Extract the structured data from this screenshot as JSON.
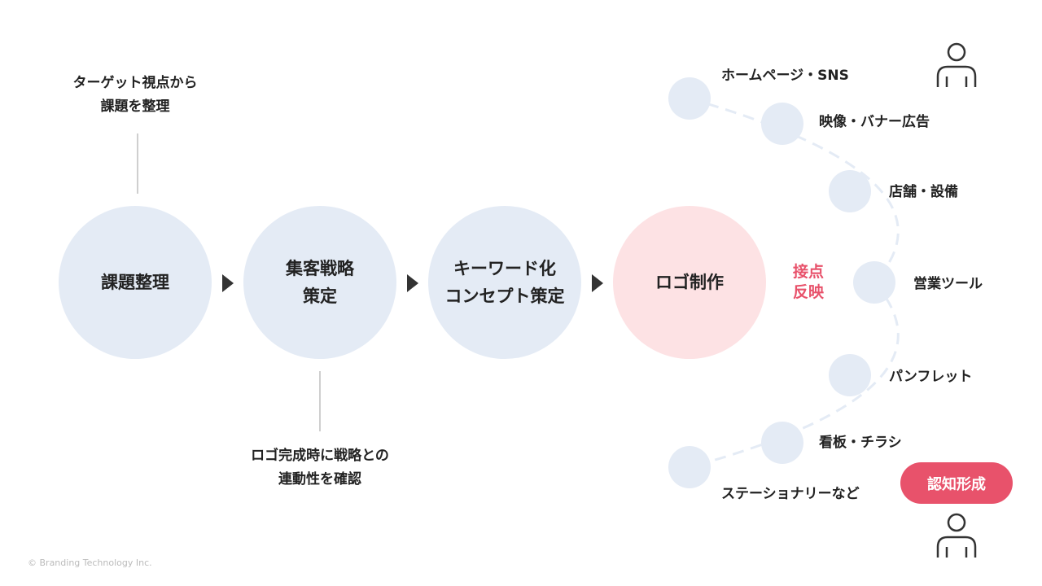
{
  "colors": {
    "circle_fill": "#e4ebf5",
    "logo_fill": "#fde2e4",
    "accent": "#e8526b",
    "dash": "#e4ebf5",
    "arrow": "#333333"
  },
  "steps": [
    {
      "label": "課題整理"
    },
    {
      "label": "集客戦略\n策定"
    },
    {
      "label": "キーワード化\nコンセプト策定"
    },
    {
      "label": "ロゴ制作"
    }
  ],
  "notes": {
    "top": "ターゲット視点から\n課題を整理",
    "bottom": "ロゴ完成時に戦略との\n連動性を確認"
  },
  "contact_label": "接点\n反映",
  "touchpoints": [
    {
      "label": "ホームページ・SNS"
    },
    {
      "label": "映像・バナー広告"
    },
    {
      "label": "店舗・設備"
    },
    {
      "label": "営業ツール"
    },
    {
      "label": "パンフレット"
    },
    {
      "label": "看板・チラシ"
    },
    {
      "label": "ステーショナリーなど"
    }
  ],
  "recognition_button": "認知形成",
  "icons": {
    "person": "person-icon"
  },
  "copyright": "© Branding Technology Inc."
}
